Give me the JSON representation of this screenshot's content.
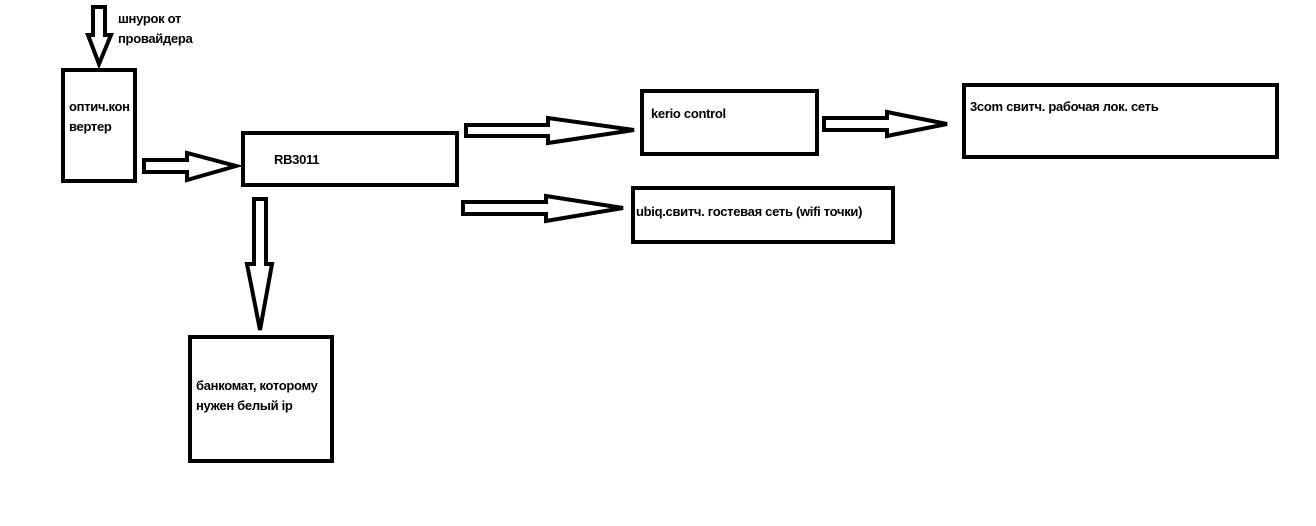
{
  "nodes": {
    "provider_cable": "шнурок от провайдера",
    "provider_cable_line1": "шнурок от",
    "provider_cable_line2": "провайдера",
    "optic_converter_line1": "оптич.кон",
    "optic_converter_line2": "вертер",
    "router": "RB3011",
    "kerio": "kerio control",
    "switch_3com": "3com свитч. рабочая лок. сеть",
    "ubiq": "ubiq.свитч. гостевая сеть (wifi точки)",
    "atm_line1": "банкомат, которому",
    "atm_line2": "нужен белый ip"
  }
}
